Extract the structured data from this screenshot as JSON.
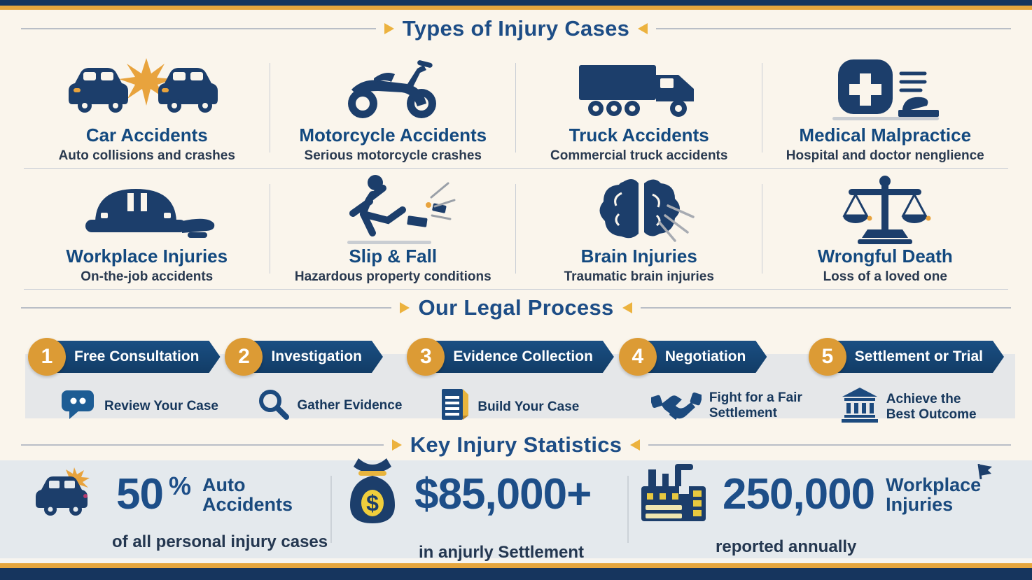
{
  "sections": {
    "types": {
      "title": "Types of Injury Cases"
    },
    "process": {
      "title": "Our Legal Process"
    },
    "stats": {
      "title": "Key Injury Statistics"
    }
  },
  "injury_cases": [
    {
      "icon": "car-collision-icon",
      "title": "Car Accidents",
      "subtitle": "Auto collisions and crashes"
    },
    {
      "icon": "motorcycle-icon",
      "title": "Motorcycle Accidents",
      "subtitle": "Serious motorcycle crashes"
    },
    {
      "icon": "truck-icon",
      "title": "Truck Accidents",
      "subtitle": "Commercial truck accidents"
    },
    {
      "icon": "medical-cross-icon",
      "title": "Medical Malpractice",
      "subtitle": "Hospital and doctor nenglience"
    },
    {
      "icon": "hard-hat-icon",
      "title": "Workplace Injuries",
      "subtitle": "On-the-job accidents"
    },
    {
      "icon": "slip-fall-icon",
      "title": "Slip & Fall",
      "subtitle": "Hazardous property conditions"
    },
    {
      "icon": "brain-icon",
      "title": "Brain Injuries",
      "subtitle": "Traumatic brain injuries"
    },
    {
      "icon": "scales-icon",
      "title": "Wrongful Death",
      "subtitle": "Loss of a loved one"
    }
  ],
  "process": {
    "steps": [
      {
        "number": "1",
        "label": "Free Consultation",
        "icon": "chat-bubble-icon",
        "description": "Review Your Case"
      },
      {
        "number": "2",
        "label": "Investigation",
        "icon": "magnifier-icon",
        "description": "Gather Evidence"
      },
      {
        "number": "3",
        "label": "Evidence Collection",
        "icon": "document-icon",
        "description": "Build Your Case"
      },
      {
        "number": "4",
        "label": "Negotiation",
        "icon": "handshake-icon",
        "description": "Fight for a Fair Settlement"
      },
      {
        "number": "5",
        "label": "Settlement or Trial",
        "icon": "courthouse-icon",
        "description": "Achieve the Best Outcome"
      }
    ]
  },
  "statistics": {
    "items": [
      {
        "icon": "car-icon",
        "value": "50",
        "suffix": "%",
        "label": "Auto Accidents",
        "caption": "of all personal injury cases"
      },
      {
        "icon": "money-bag-icon",
        "value": "$85,000+",
        "label": "",
        "caption": "in anjurly Settlement"
      },
      {
        "icon": "factory-icon",
        "value": "250,000",
        "label": "Workplace Injuries",
        "caption": "reported annually"
      }
    ]
  },
  "colors": {
    "navy_icon": "#1c3e6b",
    "title_blue": "#1d4d86",
    "gold_accent": "#e6a63d",
    "cream_background": "#faf5ec",
    "process_band": "#e5e7e9",
    "stats_band": "#e4e9ed"
  }
}
